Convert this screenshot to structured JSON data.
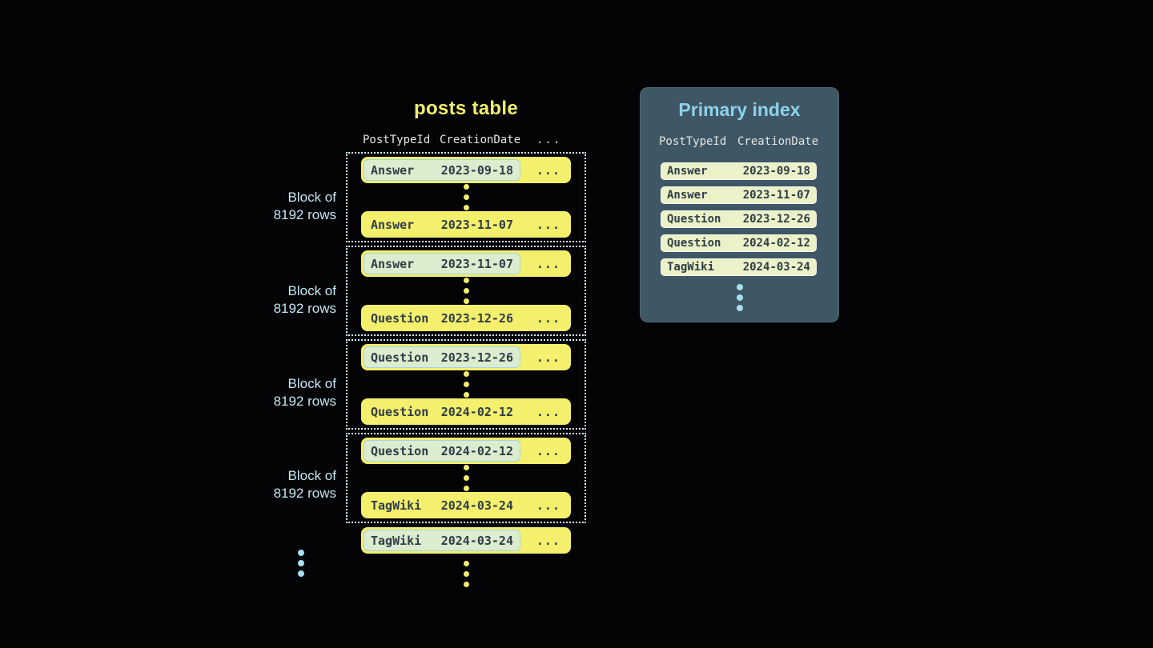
{
  "posts_table": {
    "title": "posts table",
    "headers": {
      "col1": "PostTypeId",
      "col2": "CreationDate",
      "ellipsis": "..."
    },
    "block_label_line1": "Block of",
    "block_label_line2": "8192 rows",
    "row_ellipsis": "...",
    "blocks": [
      {
        "first": {
          "type": "Answer",
          "date": "2023-09-18"
        },
        "last": {
          "type": "Answer",
          "date": "2023-11-07"
        }
      },
      {
        "first": {
          "type": "Answer",
          "date": "2023-11-07"
        },
        "last": {
          "type": "Question",
          "date": "2023-12-26"
        }
      },
      {
        "first": {
          "type": "Question",
          "date": "2023-12-26"
        },
        "last": {
          "type": "Question",
          "date": "2024-02-12"
        }
      },
      {
        "first": {
          "type": "Question",
          "date": "2024-02-12"
        },
        "last": {
          "type": "TagWiki",
          "date": "2024-03-24"
        }
      }
    ],
    "overflow_row": {
      "type": "TagWiki",
      "date": "2024-03-24"
    }
  },
  "primary_index": {
    "title": "Primary index",
    "headers": {
      "col1": "PostTypeId",
      "col2": "CreationDate"
    },
    "rows": [
      {
        "type": "Answer",
        "date": "2023-09-18"
      },
      {
        "type": "Answer",
        "date": "2023-11-07"
      },
      {
        "type": "Question",
        "date": "2023-12-26"
      },
      {
        "type": "Question",
        "date": "2024-02-12"
      },
      {
        "type": "TagWiki",
        "date": "2024-03-24"
      }
    ]
  },
  "colors": {
    "background": "#040407",
    "row_yellow": "#f4ef6c",
    "row_text": "#2e3d47",
    "highlight_fill": "#dceccf",
    "highlight_border": "#a2d5e6",
    "block_dotted_border": "#d9eef7",
    "block_label_blue": "#c5e6f3",
    "panel_background": "#3f5664",
    "panel_title_blue": "#8ed2ec",
    "index_row_fill": "#ebf2c8",
    "ellipsis_dot_blue": "#a7def2"
  }
}
